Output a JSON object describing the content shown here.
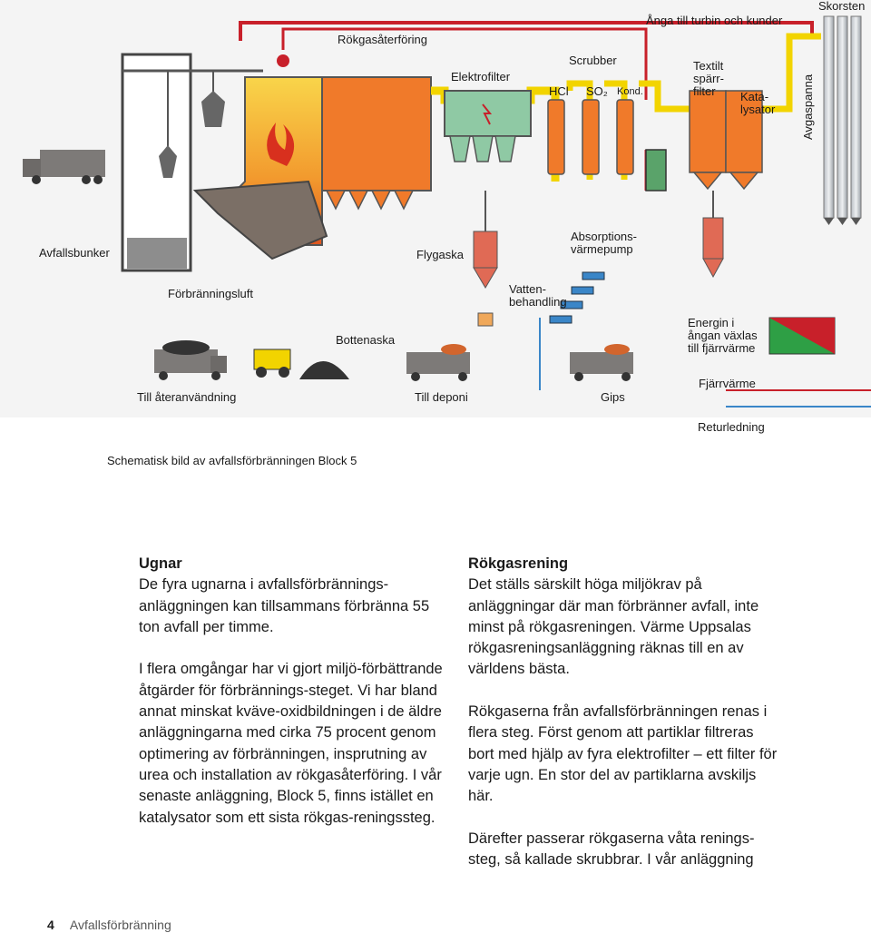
{
  "diagram": {
    "labels": {
      "skorsten": "Skorsten",
      "anga": "Ånga till turbin och kunder",
      "rokgasaterforing": "Rökgasåterföring",
      "elektrofilter": "Elektrofilter",
      "scrubber": "Scrubber",
      "hcl": "HCl",
      "so2": "SO₂",
      "kond": "Kond.",
      "textilt": [
        "Textilt",
        "spärr-",
        "filter"
      ],
      "katalysator": [
        "Kata-",
        "lysator"
      ],
      "avgaspanna": "Avgaspanna",
      "avfallsbunker": "Avfallsbunker",
      "flygaska": "Flygaska",
      "absorptionsvarmepump": [
        "Absorptions-",
        "värmepump"
      ],
      "forbranningsluft": "Förbränningsluft",
      "vattenbehandling": [
        "Vatten-",
        "behandling"
      ],
      "bottenaska": "Bottenaska",
      "energin": [
        "Energin i",
        "ångan växlas",
        "till fjärrvärme"
      ],
      "till_ateranvandning": "Till återanvändning",
      "till_deponi": "Till deponi",
      "gips": "Gips",
      "fjarrvarme": "Fjärrvärme",
      "returledning": "Returledning"
    },
    "caption": "Schematisk bild av avfallsförbränningen Block 5"
  },
  "left_column": {
    "heading": "Ugnar",
    "paragraphs": [
      "De fyra ugnarna i avfallsförbrännings-anläggningen kan tillsammans förbränna 55 ton avfall per timme.",
      "I flera omgångar har vi gjort miljö-förbättrande åtgärder för förbrännings-steget. Vi har bland annat minskat kväve-oxidbildningen i de äldre anläggningarna med cirka 75 procent genom optimering av förbränningen, insprutning av urea och installation av rökgasåterföring. I vår senaste anläggning, Block 5, finns istället en katalysator som ett sista rökgas-reningssteg."
    ]
  },
  "right_column": {
    "heading": "Rökgasrening",
    "paragraphs": [
      "Det ställs särskilt höga miljökrav på anläggningar där man förbränner avfall, inte minst på rökgasreningen. Värme Uppsalas rökgasreningsanläggning räknas till en av världens bästa.",
      "Rökgaserna från avfallsförbränningen renas i flera steg. Först genom att partiklar filtreras bort med hjälp av fyra elektrofilter – ett filter för varje ugn. En stor del av partiklarna avskiljs här.",
      "Därefter passerar rökgaserna våta renings-steg, så kallade skrubbrar. I vår anläggning"
    ]
  },
  "footer": {
    "page_number": "4",
    "section": "Avfallsförbränning"
  },
  "colors": {
    "steam": "#c8202a",
    "flue": "#f2d400",
    "equipment": "#f07a2a",
    "filter": "#8fc9a4",
    "furnace": "#f7b340",
    "water": "#3a86c8"
  }
}
